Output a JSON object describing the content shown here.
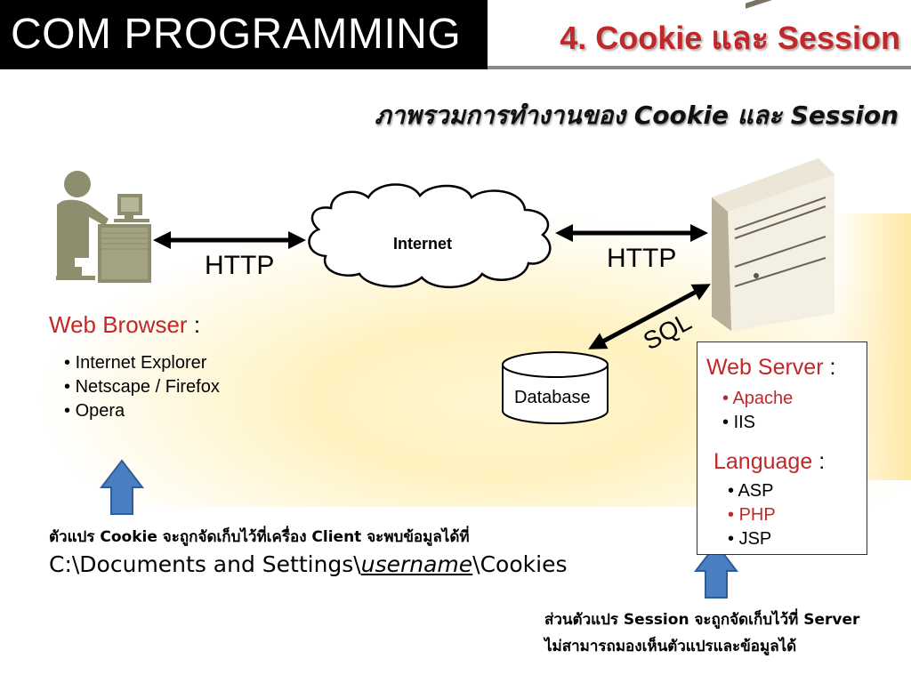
{
  "header": {
    "app_title": "COM PROGRAMMING",
    "topic": "4. Cookie และ Session"
  },
  "subtitle": "ภาพรวมการทำงานของ Cookie และ Session",
  "diagram": {
    "internet_label": "Internet",
    "http_left": "HTTP",
    "http_right": "HTTP",
    "sql_label": "SQL",
    "database_label": "Database"
  },
  "browser": {
    "title": "Web Browser",
    "colon": ":",
    "items": [
      "Internet Explorer",
      "Netscape / Firefox",
      "Opera"
    ]
  },
  "server": {
    "title": "Web Server",
    "colon": ":",
    "items": [
      "Apache",
      "IIS"
    ],
    "language_title": "Language",
    "language_colon": ":",
    "languages": [
      "ASP",
      "PHP",
      "JSP"
    ]
  },
  "notes": {
    "cookie_note": "ตัวแปร Cookie จะถูกจัดเก็บไว้ที่เครื่อง Client จะพบข้อมูลได้ที่",
    "cookie_path_prefix": "C:\\Documents and Settings\\",
    "cookie_path_user": "username",
    "cookie_path_suffix": "\\Cookies",
    "session_note_line1": "ส่วนตัวแปร Session จะถูกจัดเก็บไว้ที่ Server",
    "session_note_line2": "ไม่สามารถมองเห็นตัวแปรและข้อมูลได้"
  },
  "colors": {
    "accent_red": "#c0282a",
    "arrow_blue": "#4a7fc1",
    "figure_olive": "#8e8e6e"
  },
  "icons": [
    "user-at-computer-icon",
    "cloud-icon",
    "server-tower-icon",
    "database-cylinder-icon",
    "up-arrow-icon"
  ]
}
